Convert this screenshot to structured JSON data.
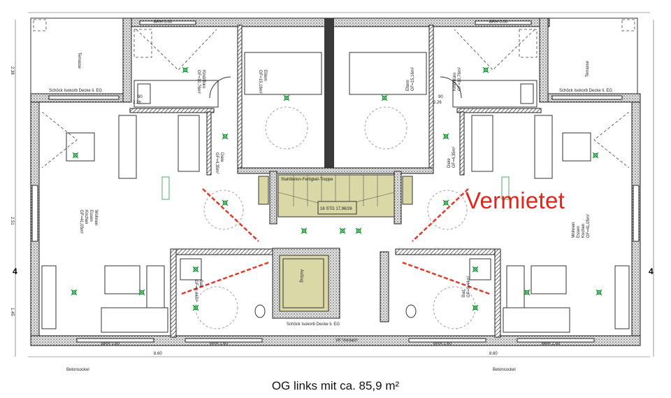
{
  "plan": {
    "status_stamp": "Vermietet",
    "caption": "OG links mit ca. 85,9 m²",
    "rooms": {
      "terrasse": "Terrasse",
      "kind_buero": "Kind/Büro",
      "kind_area": "GF=10,76m²",
      "eltern": "Eltern",
      "eltern_area": "GF=15,16m²",
      "diele": "Diele",
      "diele_area": "GF=4,35m²",
      "wohnen": "Wohnen",
      "essen": "Essen",
      "kochen": "Kochen",
      "wohnen_area": "GF=41,05m²",
      "bad": "Bad",
      "bad_area": "GF=9,44m²",
      "aufzug": "Aufzug",
      "treppe": "Stahlbeton-Fertigteil-Treppe",
      "treppe_steps": "16 STG 17,96/26",
      "vordach": "VK Vordach"
    },
    "annotations": {
      "brh_top": "BRH 0.00",
      "brh_bottom": "BRH 1.60",
      "schoeck": "Schöck Isokorb Decke li. EG",
      "betonsockel": "Betonsockel",
      "door_width": "90",
      "door_height": "2.26",
      "dim_left_top": "2.38",
      "dim_left_mid": "2.51",
      "dim_left_bottom": "1.45",
      "dim_bottom": "8.60",
      "section_mark": "4"
    },
    "colors": {
      "stamp": "#e2231a",
      "stair_fill": "#d9d8a6",
      "fixture": "#1f9a3a",
      "hatch": "#cfcfcf"
    }
  }
}
